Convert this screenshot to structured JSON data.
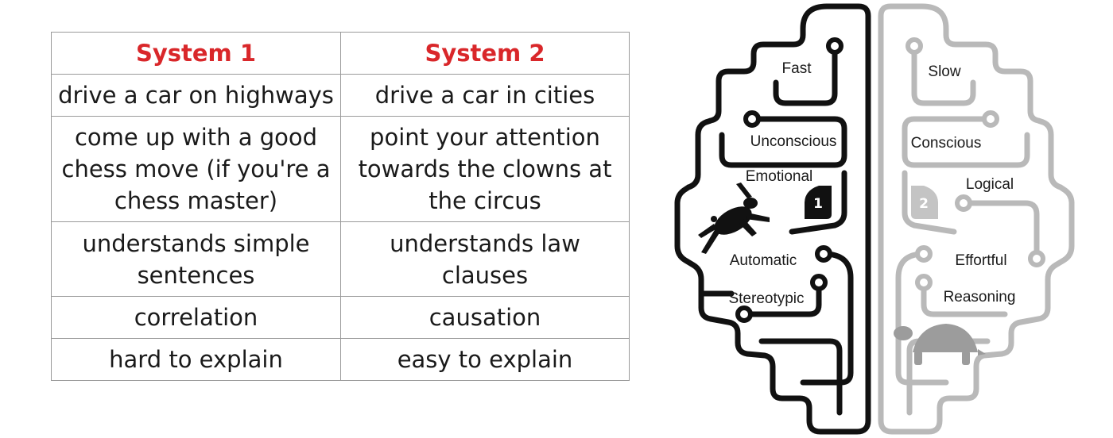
{
  "table": {
    "headers": [
      "System 1",
      "System 2"
    ],
    "rows": [
      [
        "drive a car on highways",
        "drive a car in cities"
      ],
      [
        "come up with a good chess move (if you're a chess master)",
        "point your attention towards the clowns at the circus"
      ],
      [
        "understands simple sentences",
        "understands law clauses"
      ],
      [
        "correlation",
        "causation"
      ],
      [
        "hard to explain",
        "easy to explain"
      ]
    ]
  },
  "brain": {
    "left_badge": "1",
    "right_badge": "2",
    "left_labels": [
      "Fast",
      "Unconscious",
      "Emotional",
      "Automatic",
      "Stereotypic"
    ],
    "right_labels": [
      "Slow",
      "Conscious",
      "Logical",
      "Effortful",
      "Reasoning"
    ],
    "left_animal": "rabbit-icon",
    "right_animal": "turtle-icon",
    "colors": {
      "header_red": "#d9272a",
      "left_wire": "#111111",
      "right_wire": "#b9b9b9"
    }
  }
}
